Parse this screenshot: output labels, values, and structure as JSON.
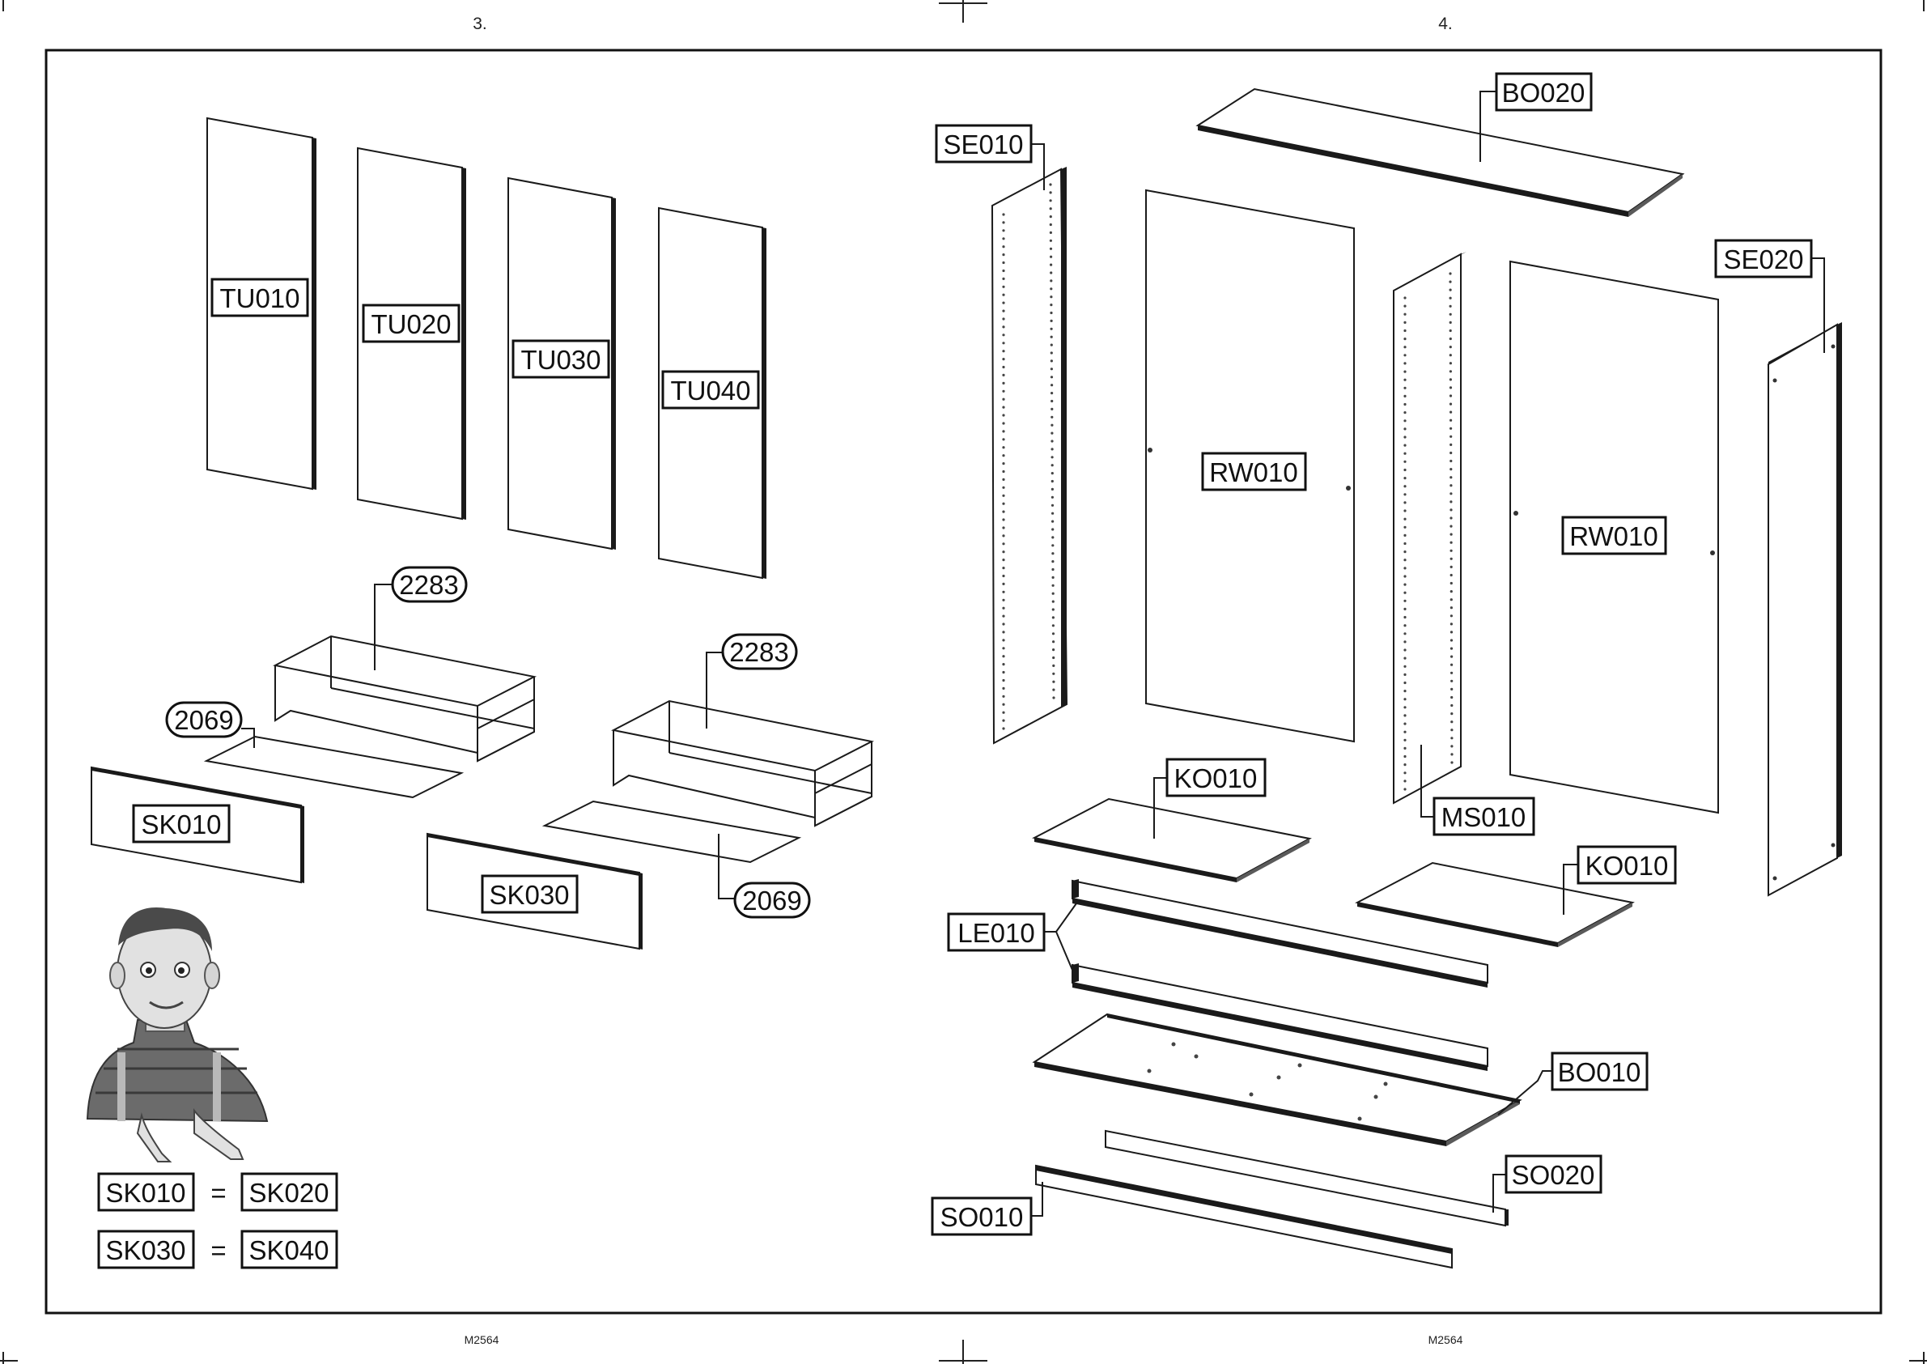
{
  "pages": {
    "left": "3.",
    "right": "4."
  },
  "footer": {
    "left": "M2564",
    "right": "M2564"
  },
  "parts": {
    "tu010": "TU010",
    "tu020": "TU020",
    "tu030": "TU030",
    "tu040": "TU040",
    "sk010": "SK010",
    "sk030": "SK030",
    "drawer_box_a": "2283",
    "drawer_box_b": "2283",
    "drawer_bottom_a": "2069",
    "drawer_bottom_b": "2069",
    "se010": "SE010",
    "se020": "SE020",
    "bo020": "BO020",
    "bo010": "BO010",
    "rw010_a": "RW010",
    "rw010_b": "RW010",
    "ms010": "MS010",
    "ko010_a": "KO010",
    "ko010_b": "KO010",
    "le010": "LE010",
    "so010": "SO010",
    "so020": "SO020"
  },
  "equivalences": [
    {
      "a": "SK010",
      "eq": "=",
      "b": "SK020"
    },
    {
      "a": "SK030",
      "eq": "=",
      "b": "SK040"
    }
  ]
}
